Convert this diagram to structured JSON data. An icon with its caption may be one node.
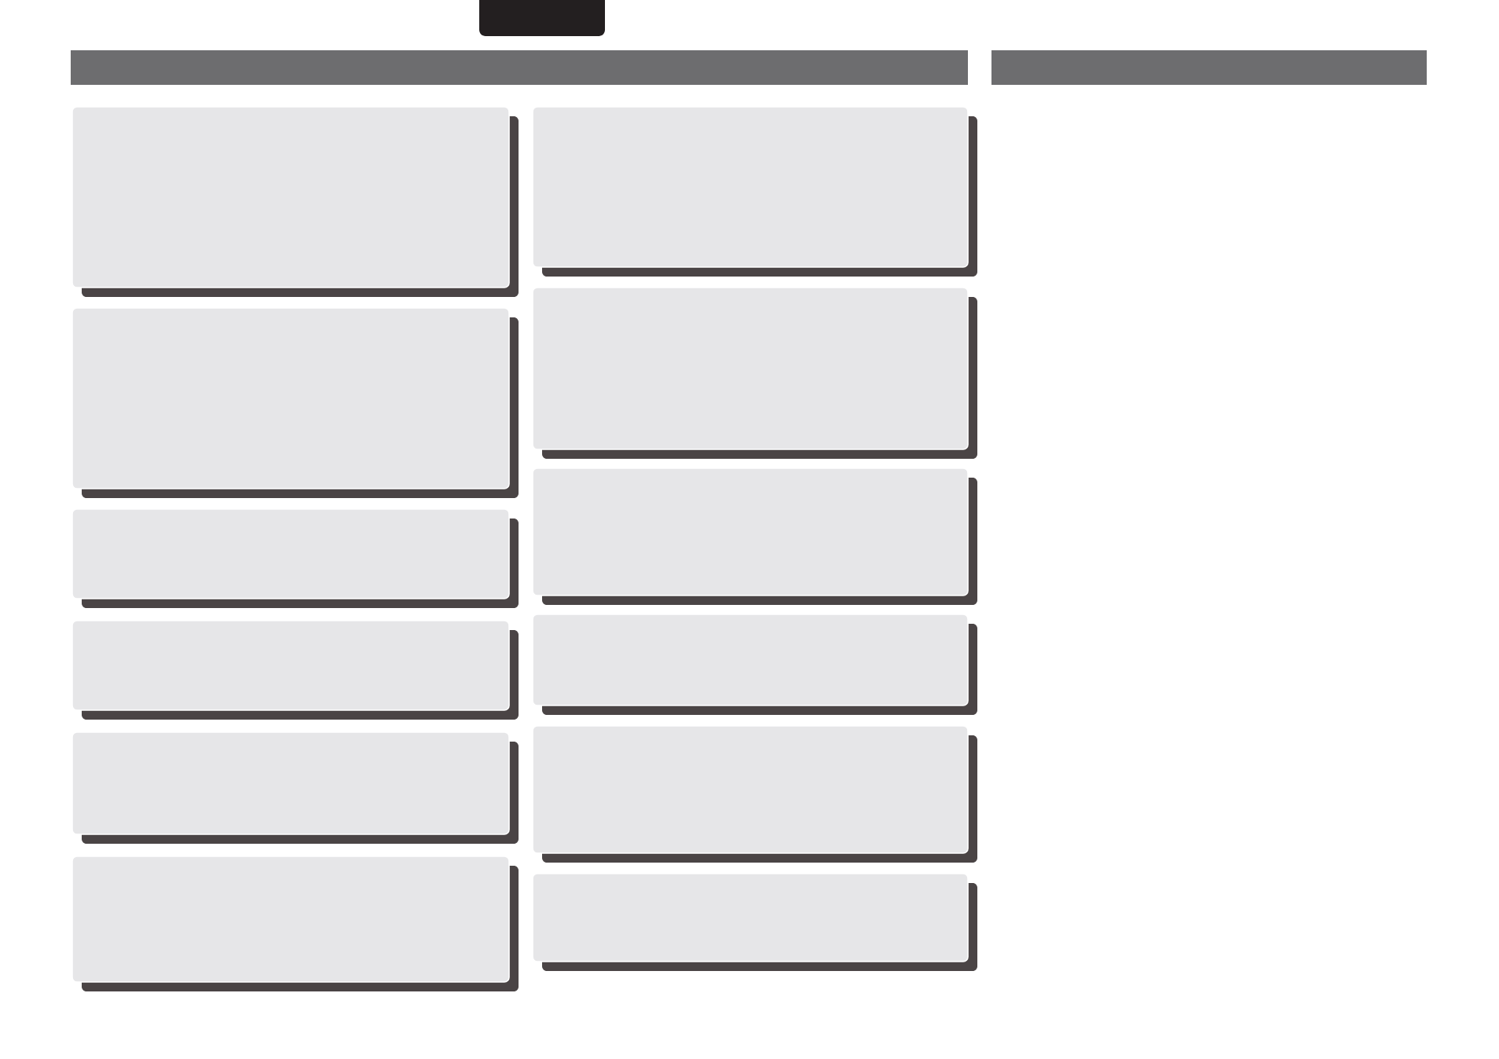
{
  "diagram": {
    "nodes": [
      {
        "text": [],
        "shape": "tab"
      },
      {
        "text": [],
        "shape": "bar"
      },
      {
        "text": [],
        "shape": "bar"
      },
      {
        "text": [],
        "shape": "box"
      },
      {
        "text": [],
        "shape": "box"
      },
      {
        "text": [],
        "shape": "box"
      },
      {
        "text": [],
        "shape": "box"
      },
      {
        "text": [],
        "shape": "box"
      },
      {
        "text": [],
        "shape": "box"
      },
      {
        "text": [],
        "shape": "box"
      },
      {
        "text": [],
        "shape": "box"
      },
      {
        "text": [],
        "shape": "box"
      },
      {
        "text": [],
        "shape": "box"
      },
      {
        "text": [],
        "shape": "box"
      },
      {
        "text": [],
        "shape": "box"
      }
    ]
  }
}
